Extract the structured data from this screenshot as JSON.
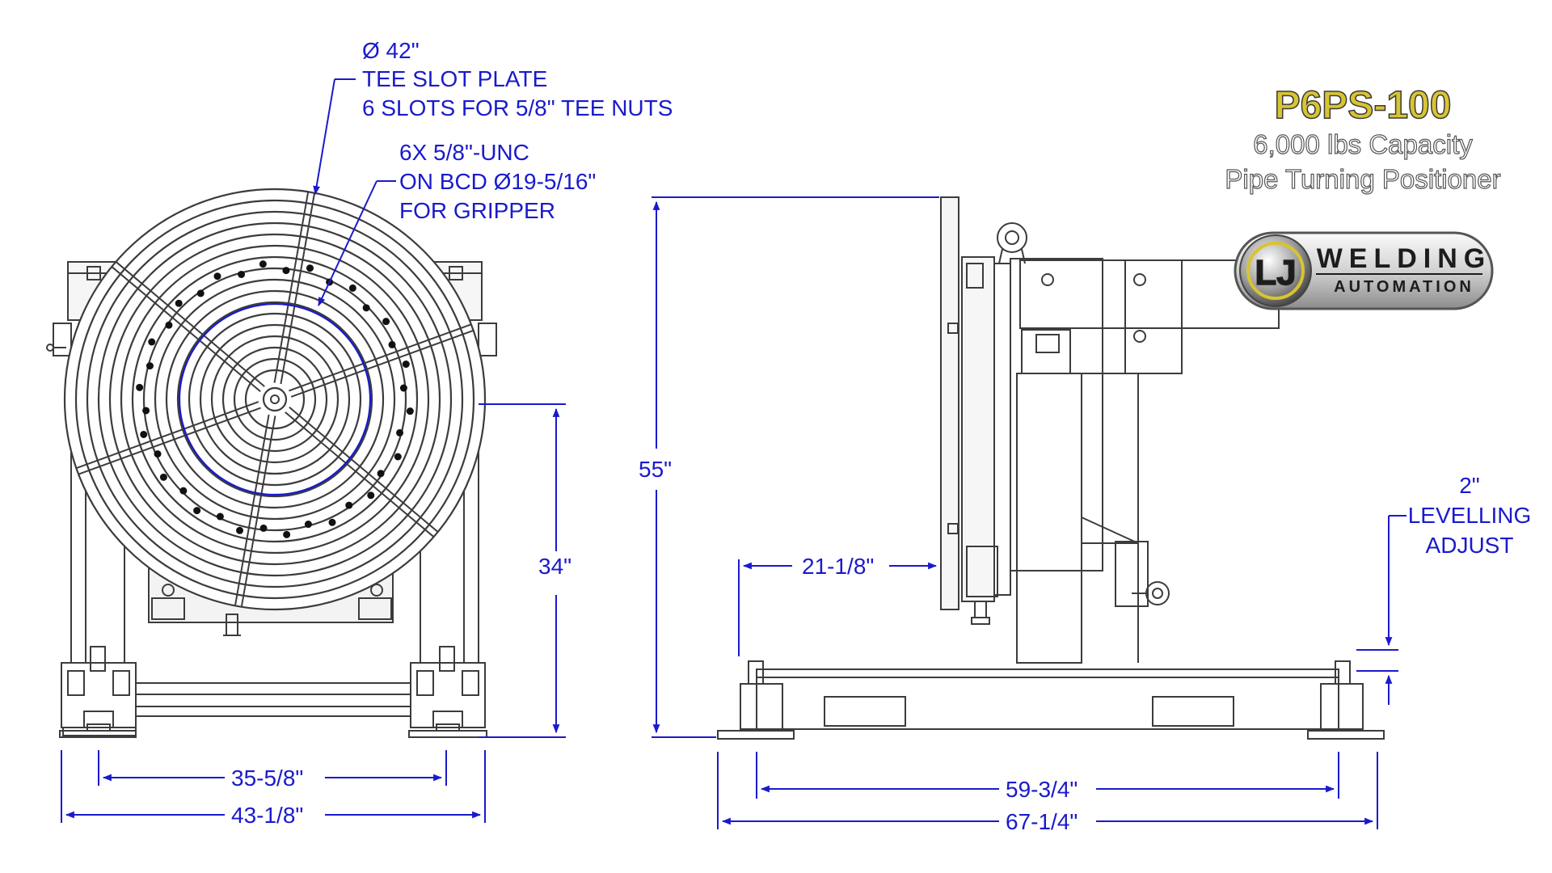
{
  "model": "P6PS-100",
  "capacity_line": "6,000 lbs Capacity",
  "product_line": "Pipe Turning Positioner",
  "logo": {
    "mark": "LJ",
    "word1": "WELDING",
    "word2": "AUTOMATION"
  },
  "callouts": {
    "plate_dia": "Ø 42\"",
    "plate_name": "TEE SLOT PLATE",
    "plate_slots": "6 SLOTS FOR 5/8\" TEE NUTS",
    "holes_1": "6X 5/8\"-UNC",
    "holes_2": "ON BCD Ø19-5/16\"",
    "holes_3": "FOR GRIPPER",
    "level_1": "2\"",
    "level_2": "LEVELLING",
    "level_3": "ADJUST"
  },
  "dimensions": {
    "center_height": "34\"",
    "overall_height": "55\"",
    "plate_offset": "21-1/8\"",
    "front_inner_width": "35-5/8\"",
    "front_overall_width": "43-1/8\"",
    "side_inner_length": "59-3/4\"",
    "side_overall_length": "67-1/4\""
  },
  "colors": {
    "dimension_blue": "#1a1acc",
    "model_gold": "#d8c431",
    "line_gray": "#3c3c3c"
  }
}
